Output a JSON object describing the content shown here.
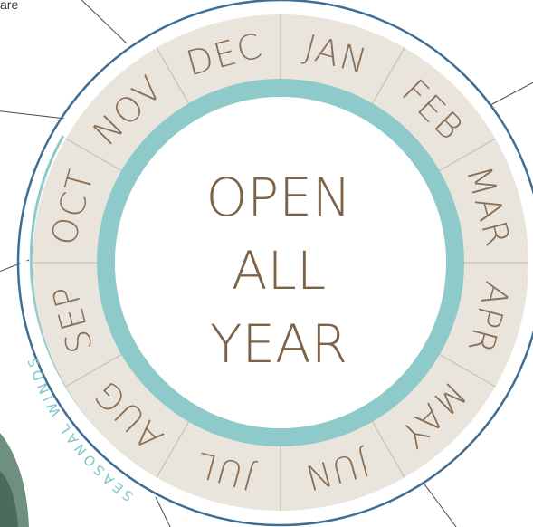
{
  "fragment_text": "are",
  "months": [
    "JAN",
    "FEB",
    "MAR",
    "APR",
    "MAY",
    "JUN",
    "JUL",
    "AUG",
    "SEP",
    "OCT",
    "NOV",
    "DEC"
  ],
  "center": {
    "line1": "OPEN",
    "line2": "ALL",
    "line3": "YEAR"
  },
  "side_label": "SEASONAL WINDS",
  "colors": {
    "month_ring": "#e9e4dc",
    "teal_ring": "#8fcacb",
    "outer_arc": "#3e6e95",
    "text_brown": "#8a6f55"
  }
}
